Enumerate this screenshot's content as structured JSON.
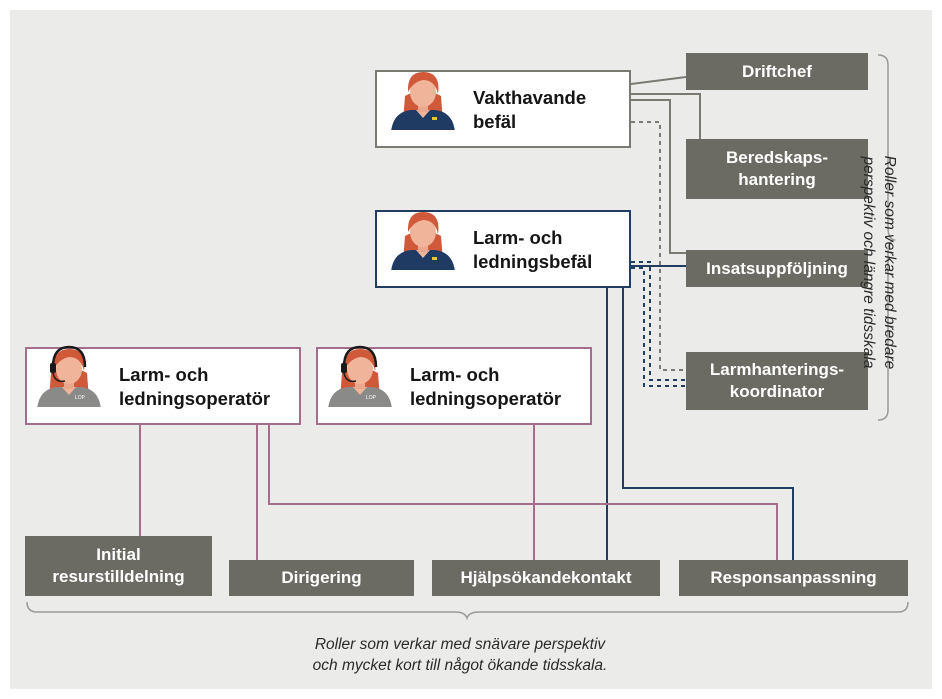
{
  "roles_top": {
    "vakthavande": "Vakthavande\nbefäl",
    "lb": "Larm- och\nledningsbefäl",
    "op1": "Larm- och\nledningsoperatör",
    "op2": "Larm- och\nledningsoperatör"
  },
  "roles_right": {
    "driftchef": "Driftchef",
    "beredskap": "Beredskaps-\nhantering",
    "insats": "Insatsuppföljning",
    "larmh": "Larmhanterings-\nkoordinator"
  },
  "roles_bottom": {
    "initial": "Initial\nresurstilldelning",
    "dirigering": "Dirigering",
    "hjalp": "Hjälpsökandekontakt",
    "respons": "Responsanpassning"
  },
  "shirt_badges": {
    "op1": "LOP",
    "op2": "LOP"
  },
  "notes": {
    "right": "Roller som verkar med bredare\nperspektiv och längre tidsskala",
    "bottom": "Roller som verkar med snävare perspektiv\noch mycket kort till något ökande tidsskala."
  },
  "colors": {
    "panel": "#ebebea",
    "role_box": "#6c6b63",
    "vakthavande_line": "#7b7a72",
    "lb_line": "#223d62",
    "operator_line": "#a36d8b",
    "hair": "#d0593a",
    "skin": "#f0b49a",
    "shirt_navy": "#1f3a63",
    "shirt_grey": "#8a8a88"
  }
}
